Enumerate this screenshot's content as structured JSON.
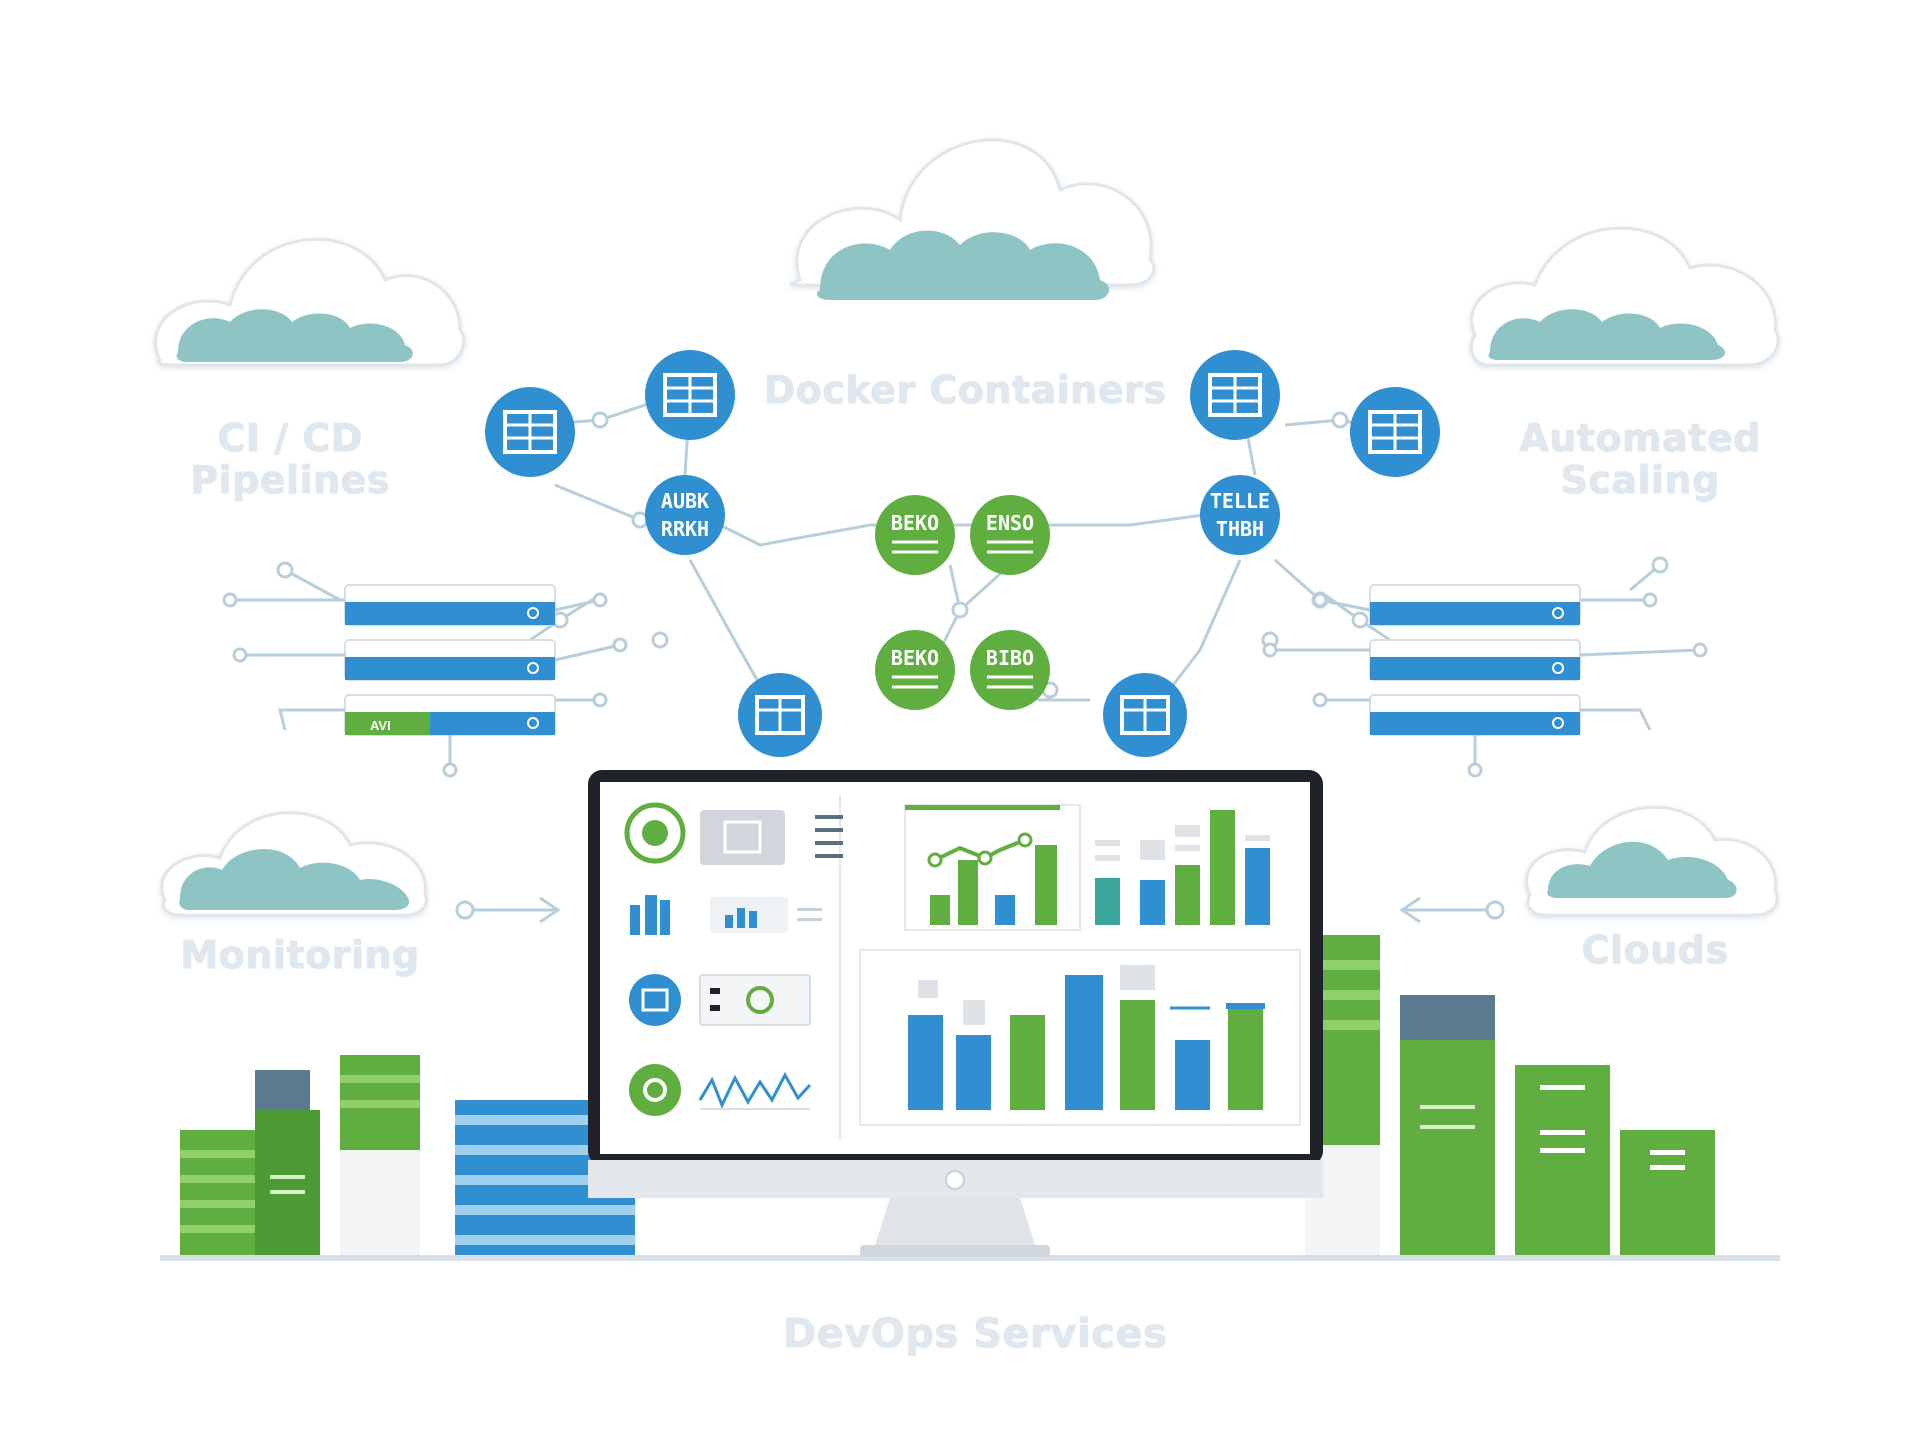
{
  "labels": {
    "docker": "Docker Containers",
    "cicd_line1": "CI / CD",
    "cicd_line2": "Pipelines",
    "scaling_line1": "Automated",
    "scaling_line2": "Scaling",
    "monitoring": "Monitoring",
    "clouds": "Clouds",
    "devops": "DevOps Services"
  },
  "node_text": {
    "left_hub_1": "AUBK",
    "left_hub_2": "RRKH",
    "right_hub_1": "TELLE",
    "right_hub_2": "THBH",
    "green_1": "BEKO",
    "green_2": "ENSO",
    "green_3": "BEKO",
    "green_4": "BIBO",
    "rack_tag": "AVI"
  },
  "colors": {
    "blue": "#2f8fd0",
    "green": "#5fae3f",
    "cloud": "#8fc4c4",
    "label": "#dfe7ef",
    "monitor_frame": "#1f2328"
  },
  "icons": [
    "cloud-icon",
    "server-rack-icon",
    "container-node-icon",
    "monitor-icon",
    "bar-chart-icon",
    "server-tower-icon"
  ]
}
